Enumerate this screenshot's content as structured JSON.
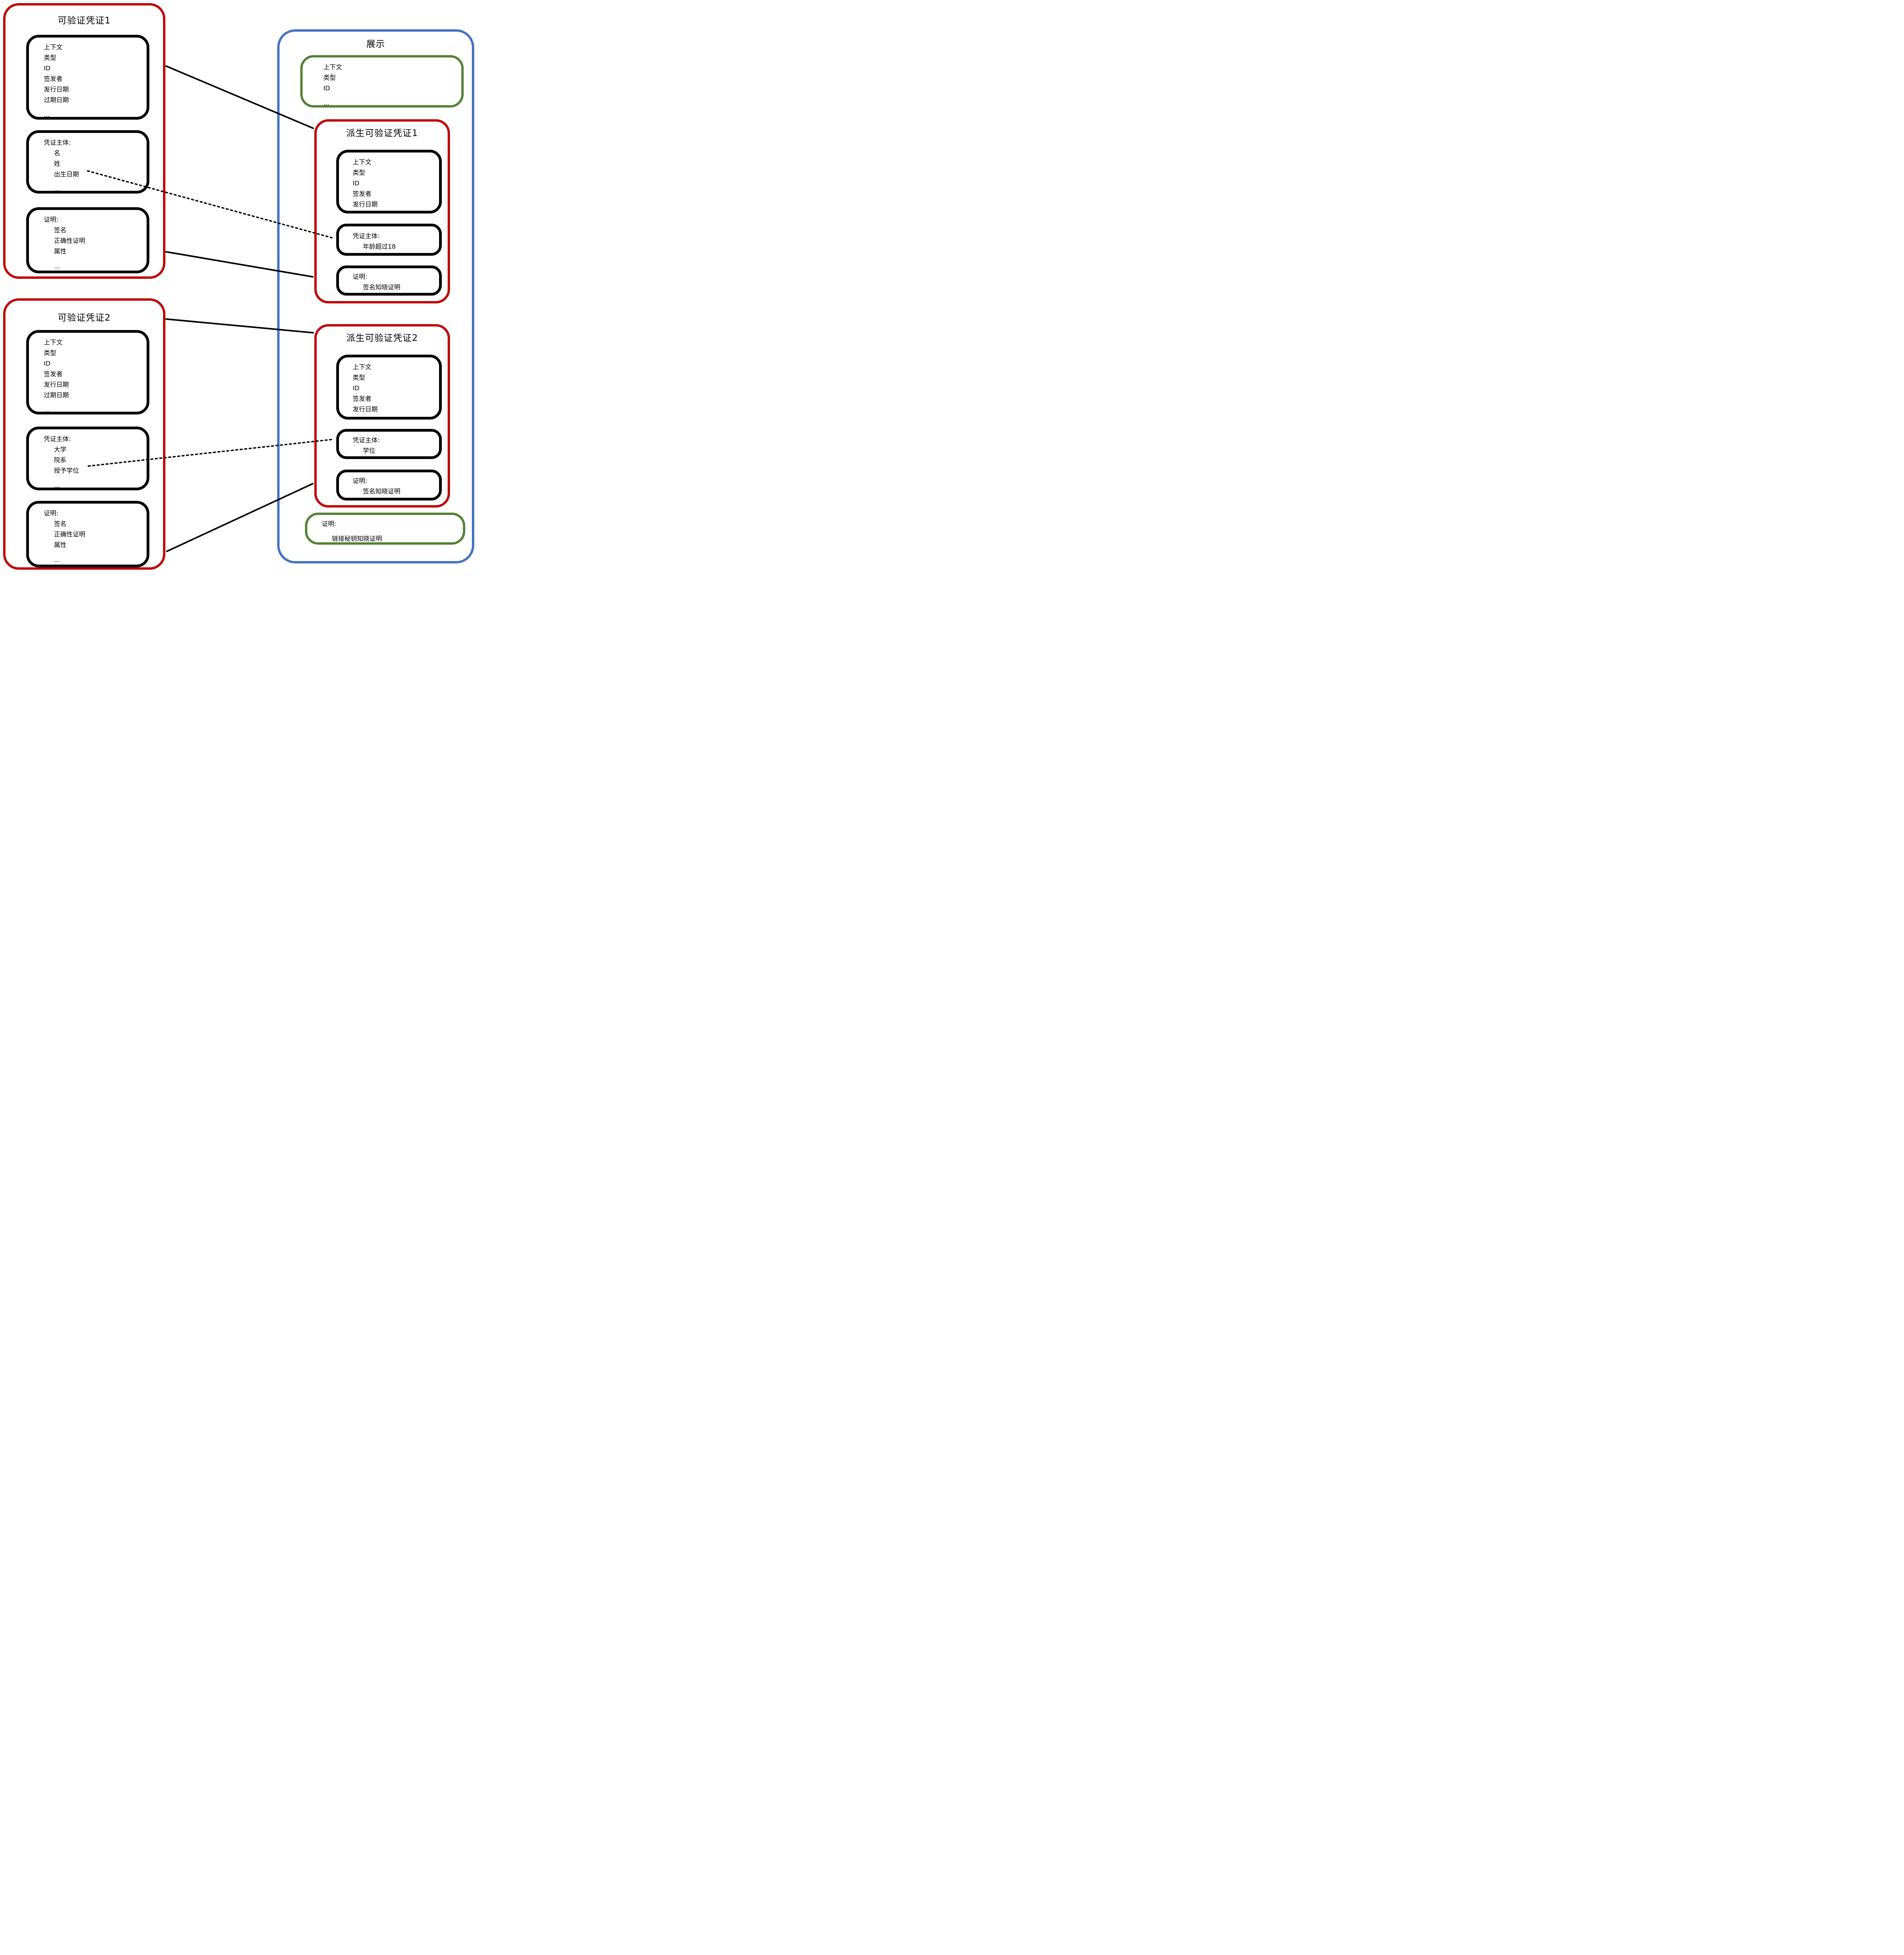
{
  "colors": {
    "red": "#C00000",
    "blue": "#4472C4",
    "green": "#548235",
    "black": "#000000"
  },
  "vc1": {
    "title": "可验证凭证1",
    "metadata": [
      "上下文",
      "类型",
      "ID",
      "签发者",
      "发行日期",
      "过期日期",
      "..."
    ],
    "subject": {
      "label": "凭证主体:",
      "items": [
        "名",
        "姓",
        "出生日期",
        "..."
      ]
    },
    "proof": {
      "label": "证明:",
      "items": [
        "签名",
        "正确性证明",
        "属性",
        "..."
      ]
    }
  },
  "vc2": {
    "title": "可验证凭证2",
    "metadata": [
      "上下文",
      "类型",
      "ID",
      "签发者",
      "发行日期",
      "过期日期",
      "..."
    ],
    "subject": {
      "label": "凭证主体:",
      "items": [
        "大学",
        "院系",
        "授予学位",
        "..."
      ]
    },
    "proof": {
      "label": "证明:",
      "items": [
        "签名",
        "正确性证明",
        "属性",
        "..."
      ]
    }
  },
  "presentation": {
    "title": "展示",
    "metadata": [
      "上下文",
      "类型",
      "ID",
      "..."
    ],
    "derived1": {
      "title": "派生可验证凭证1",
      "metadata": [
        "上下文",
        "类型",
        "ID",
        "签发者",
        "发行日期"
      ],
      "subject": {
        "label": "凭证主体:",
        "items": [
          "年龄超过18"
        ]
      },
      "proof": {
        "label": "证明:",
        "items": [
          "签名知晓证明"
        ]
      }
    },
    "derived2": {
      "title": "派生可验证凭证2",
      "metadata": [
        "上下文",
        "类型",
        "ID",
        "签发者",
        "发行日期"
      ],
      "subject": {
        "label": "凭证主体:",
        "items": [
          "学位"
        ]
      },
      "proof": {
        "label": "证明:",
        "items": [
          "签名知晓证明"
        ]
      }
    },
    "proof": {
      "label": "证明:",
      "items": [
        "链接秘钥知晓证明"
      ]
    }
  },
  "connectors": [
    {
      "from": "vc1-metadata",
      "to": "derived-vc1",
      "style": "solid"
    },
    {
      "from": "vc1-subject-birthdate",
      "to": "derived-vc1-subject",
      "style": "dotted"
    },
    {
      "from": "vc1-proof",
      "to": "derived-vc1-proof",
      "style": "solid"
    },
    {
      "from": "vc2-metadata",
      "to": "derived-vc2",
      "style": "solid"
    },
    {
      "from": "vc2-subject-degree",
      "to": "derived-vc2-subject",
      "style": "dotted"
    },
    {
      "from": "vc2-proof",
      "to": "derived-vc2-proof",
      "style": "solid"
    }
  ]
}
